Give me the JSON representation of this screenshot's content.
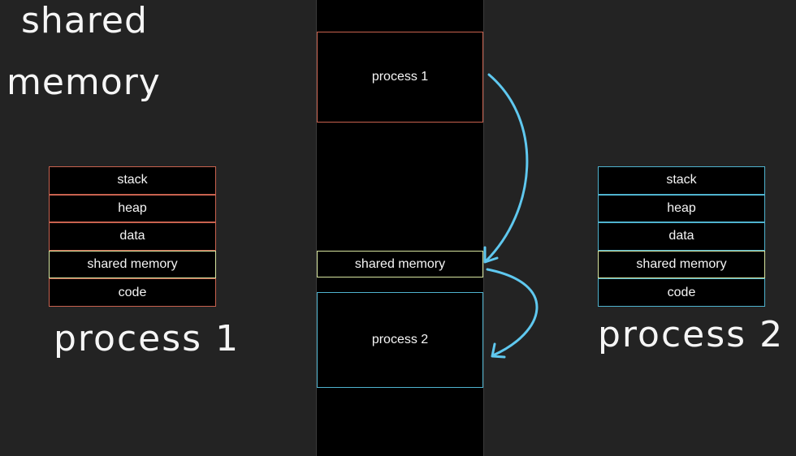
{
  "title": {
    "line1": "shared",
    "line2": "memory"
  },
  "process1": {
    "label": "process 1",
    "segments": [
      "stack",
      "heap",
      "data",
      "shared memory",
      "code"
    ]
  },
  "process2": {
    "label": "process 2",
    "segments": [
      "stack",
      "heap",
      "data",
      "shared memory",
      "code"
    ]
  },
  "physical_memory": {
    "process1_block": "process 1",
    "shared_block": "shared memory",
    "process2_block": "process 2"
  },
  "colors": {
    "background": "#232323",
    "process1_border": "#c9624f",
    "process2_border": "#4fb3cf",
    "shared_border": "#d8e6a0",
    "arrow": "#5fc8ef"
  }
}
